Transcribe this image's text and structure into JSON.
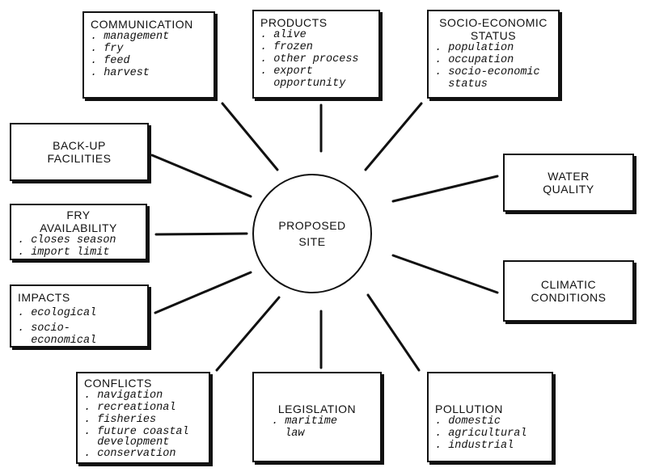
{
  "center": {
    "label": "PROPOSED\nSITE"
  },
  "boxes": {
    "communication": {
      "title": "COMMUNICATION",
      "items": [
        ". management",
        ". fry",
        ". feed",
        ". harvest"
      ]
    },
    "products": {
      "title": "PRODUCTS",
      "items": [
        ". alive",
        ". frozen",
        ". other process",
        ". export",
        "  opportunity"
      ]
    },
    "socio_economic": {
      "title": "SOCIO-ECONOMIC\nSTATUS",
      "items": [
        ". population",
        ". occupation",
        ". socio-economic",
        "  status"
      ]
    },
    "backup": {
      "title": "BACK-UP\nFACILITIES"
    },
    "water_quality": {
      "title": "WATER\nQUALITY"
    },
    "fry_availability": {
      "title": "FRY\nAVAILABILITY",
      "items": [
        ". closes season",
        ". import limit"
      ]
    },
    "climatic": {
      "title": "CLIMATIC\nCONDITIONS"
    },
    "impacts": {
      "title": "IMPACTS",
      "items": [
        ". ecological",
        ". socio-",
        "  economical"
      ]
    },
    "conflicts": {
      "title": "CONFLICTS",
      "items": [
        ". navigation",
        ". recreational",
        ". fisheries",
        ". future coastal",
        "  development",
        ". conservation"
      ]
    },
    "legislation": {
      "title": "LEGISLATION",
      "items": [
        ". maritime",
        "  law"
      ]
    },
    "pollution": {
      "title": "POLLUTION",
      "items": [
        ". domestic",
        ". agricultural",
        ". industrial"
      ]
    }
  }
}
